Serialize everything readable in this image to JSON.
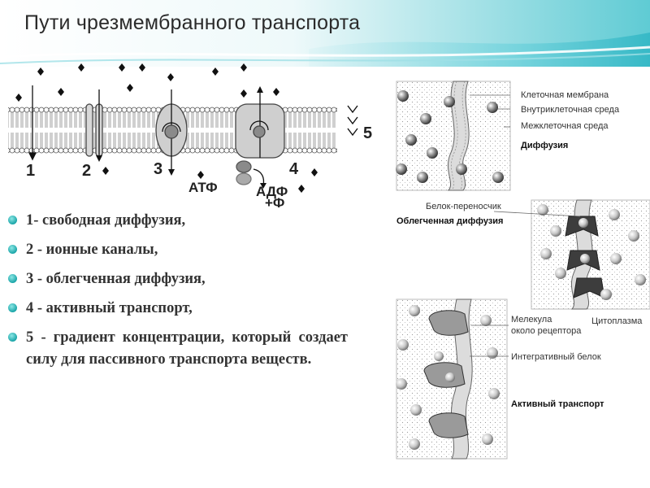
{
  "title": "Пути чрезмембранного транспорта",
  "diagram_left": {
    "numbers": [
      "1",
      "2",
      "3",
      "4",
      "5"
    ],
    "atp": "АТФ",
    "adp": "АДФ",
    "phosphate": "+Ф"
  },
  "list": [
    "1- свободная диффузия,",
    "2 - ионные каналы,",
    "3 - облегченная диффузия,",
    "4 - активный транспорт,",
    "5 - градиент концентрации, который создает силу для пассивного транспорта веществ."
  ],
  "panel_diffusion": {
    "label_membrane": "Клеточная мембрана",
    "label_intracellular": "Внутриклеточная среда",
    "label_extracellular": "Межклеточная среда",
    "caption": "Диффузия"
  },
  "panel_facilitated": {
    "label_carrier": "Белок-переносчик",
    "caption": "Облегченная диффузия",
    "label_cytoplasm": "Цитоплазма"
  },
  "panel_active": {
    "label_molecule_line1": "Мелекула",
    "label_molecule_line2": "около рецептора",
    "label_integral": "Интегративный белок",
    "caption": "Активный транспорт"
  }
}
